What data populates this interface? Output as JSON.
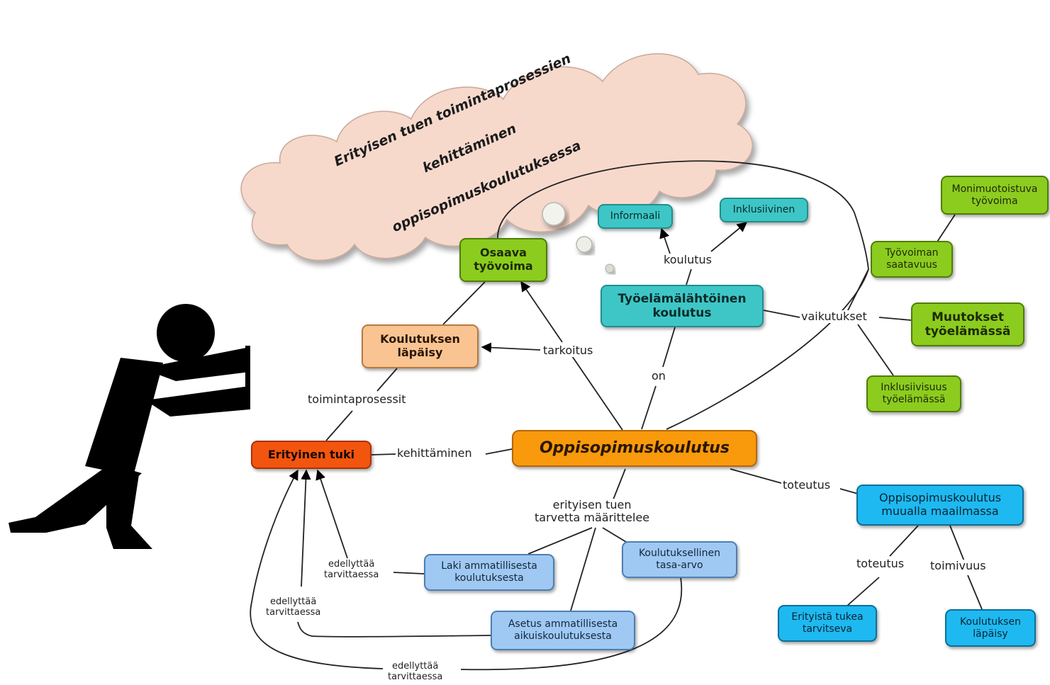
{
  "title_cloud": {
    "line1": "Erityisen tuen toimintaprosessien",
    "line2": "kehittäminen",
    "line3": "oppisopimuskoulutuksessa"
  },
  "nodes": {
    "oppisopimus": "Oppisopimuskoulutus",
    "erityinen_tuki": "Erityinen tuki",
    "koulutuksen_lapaisy": "Koulutuksen\nläpäisy",
    "osaava_tyovoima": "Osaava\ntyövoima",
    "tyoelamalahtoinen": "Työelämälähtöinen\nkoulutus",
    "informaali": "Informaali",
    "inklusiivinen": "Inklusiivinen",
    "monimuotoistuva": "Monimuotoistuva\ntyövoima",
    "tyovoiman_saatavuus": "Työvoiman\nsaatavuus",
    "muutokset": "Muutokset\ntyöelämässä",
    "inklusiivisuus": "Inklusiivisuus\ntyöelämässä",
    "muualla": "Oppisopimuskoulutus\nmuualla maailmassa",
    "erityista_tukea": "Erityistä tukea\ntarvitseva",
    "koulutuksen_lapaisy_2": "Koulutuksen\nläpäisy",
    "koulutuksellinen": "Koulutuksellinen\ntasa-arvo",
    "laki": "Laki ammatillisesta\nkoulutuksesta",
    "asetus": "Asetus ammatillisesta\naikuiskoulutuksesta"
  },
  "links": {
    "koulutus": "koulutus",
    "vaikutukset": "vaikutukset",
    "tarkoitus": "tarkoitus",
    "on": "on",
    "toimintaprosessit": "toimintaprosessit",
    "kehittaminen": "kehittäminen",
    "toteutus": "toteutus",
    "toteutus_2": "toteutus",
    "toimivuus": "toimivuus",
    "maarittelee": "erityisen tuen\ntarvetta määrittelee",
    "edellyttaa_1": "edellyttää\ntarvittaessa",
    "edellyttaa_2": "edellyttää\ntarvittaessa",
    "edellyttaa_3": "edellyttää\ntarvittaessa"
  },
  "colors": {
    "cloud_fill": "#f7d9cc",
    "figure": "#000000",
    "teal": "#3ec6c6",
    "green": "#8ccc1e",
    "light_blue": "#9fc9f3",
    "cyan": "#1eb9f0",
    "peach": "#f9c492",
    "orange": "#f89a0c",
    "red": "#f2550e"
  }
}
